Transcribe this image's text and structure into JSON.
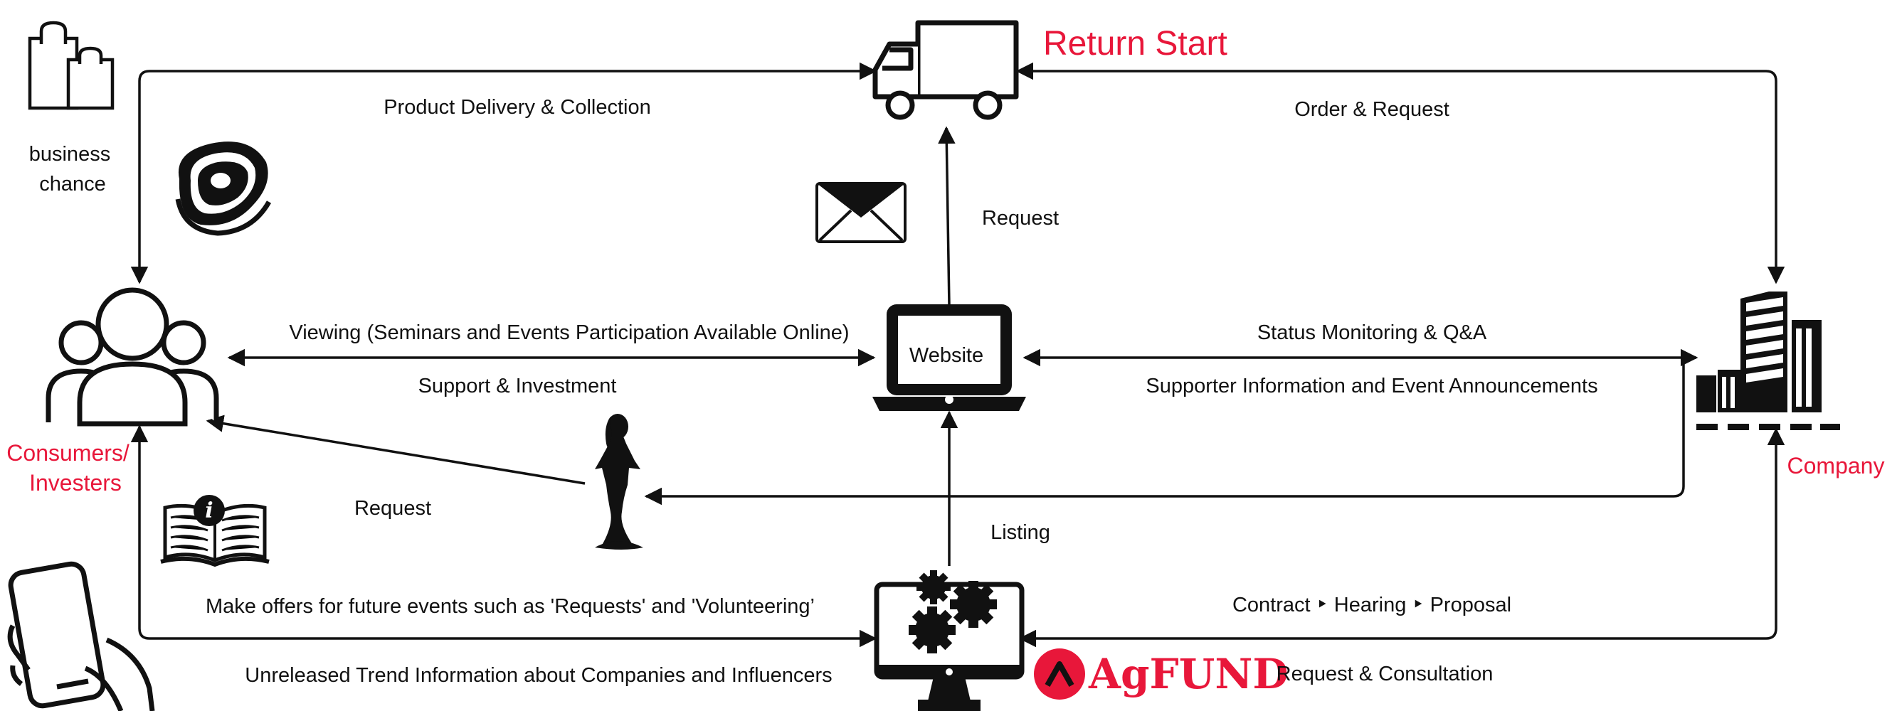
{
  "title": "Return Start",
  "nodes": {
    "consumers": "Consumers/\nInvesters",
    "company": "Company",
    "website": "Website",
    "business_chance": "business\nchance"
  },
  "edge_labels": {
    "product_delivery": "Product Delivery & Collection",
    "order_request": "Order & Request",
    "request_mail": "Request",
    "viewing": "Viewing (Seminars and Events Participation Available Online)",
    "support_investment": "Support & Investment",
    "status_monitoring": "Status Monitoring & Q&A",
    "supporter_info": "Supporter Information and Event Announcements",
    "request_influencer": "Request",
    "listing": "Listing",
    "make_offers": "Make offers for future events such as 'Requests' and 'Volunteering’",
    "contract": "Contract ‣ Hearing ‣ Proposal",
    "unreleased": "Unreleased Trend Information about Companies and Influencers",
    "request_consultation": "Request & Consultation"
  },
  "brand": {
    "name": "AgFUND"
  },
  "colors": {
    "accent": "#e8173a",
    "ink": "#111111"
  },
  "icons": [
    "shopping-bags-icon",
    "steak-icon",
    "people-icon",
    "smartphone-hand-icon",
    "info-book-icon",
    "woman-influencer-icon",
    "envelope-icon",
    "truck-icon",
    "laptop-icon",
    "gear-monitor-icon",
    "building-icon",
    "agfund-logo-icon"
  ]
}
